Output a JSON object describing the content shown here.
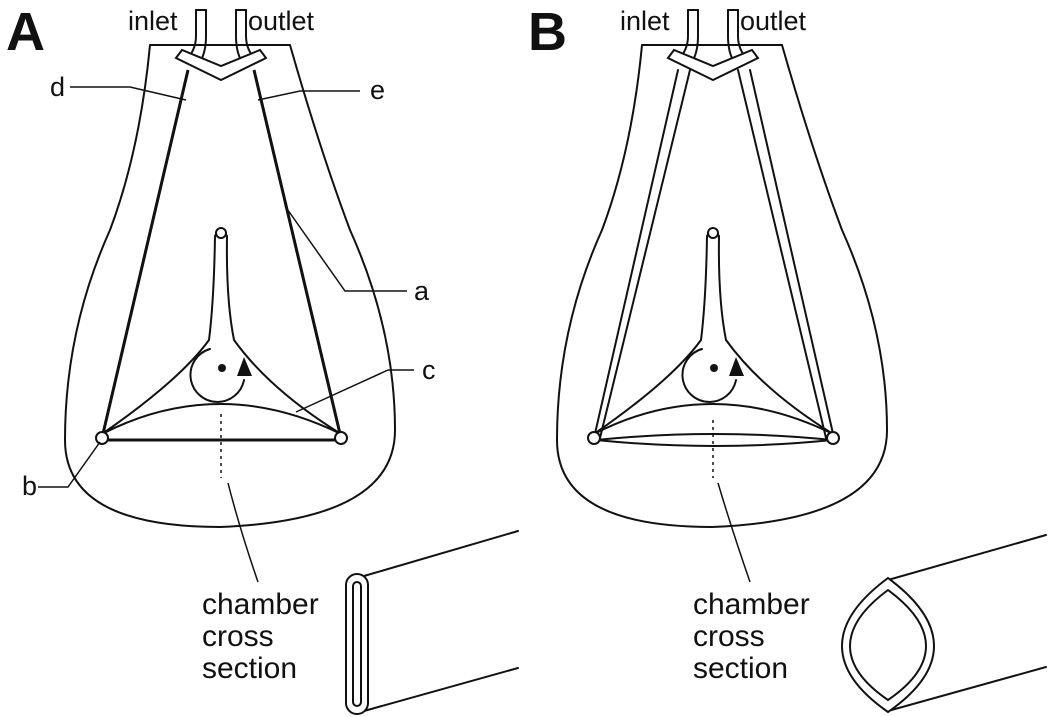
{
  "panels": [
    {
      "letter": "A",
      "ports": {
        "inlet": "inlet",
        "outlet": "outlet"
      },
      "callouts": {
        "a": "a",
        "b": "b",
        "c": "c",
        "d": "d",
        "e": "e"
      },
      "cross_section_label": [
        "chamber",
        "cross",
        "section"
      ],
      "cross_section_shape": "flat-closed"
    },
    {
      "letter": "B",
      "ports": {
        "inlet": "inlet",
        "outlet": "outlet"
      },
      "cross_section_label": [
        "chamber",
        "cross",
        "section"
      ],
      "cross_section_shape": "lens-open"
    }
  ],
  "colors": {
    "line": "#111111",
    "background": "#ffffff"
  }
}
